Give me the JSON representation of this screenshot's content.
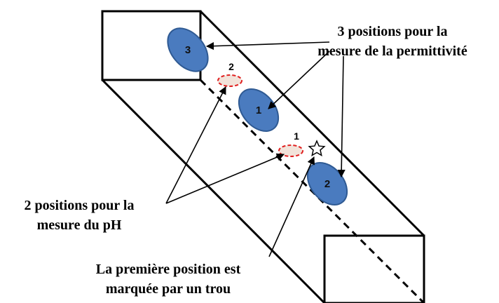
{
  "diagram": {
    "permittivity_caption": {
      "line1": "3 positions pour la",
      "line2": "mesure de la permittivité"
    },
    "ph_caption": {
      "line1": "2 positions pour la",
      "line2": "mesure du pH"
    },
    "hole_caption": {
      "line1": "La première position est",
      "line2": "marquée par un trou"
    },
    "permittivity_positions": [
      {
        "label": "3"
      },
      {
        "label": "1"
      },
      {
        "label": "2"
      }
    ],
    "ph_positions": [
      {
        "label": "2"
      },
      {
        "label": "1"
      }
    ],
    "colors": {
      "permittivity_fill": "#4a7bbf",
      "permittivity_stroke": "#2f5a93",
      "ph_fill": "#f2e3da",
      "ph_stroke": "#e02020",
      "box_stroke": "#000000"
    }
  }
}
